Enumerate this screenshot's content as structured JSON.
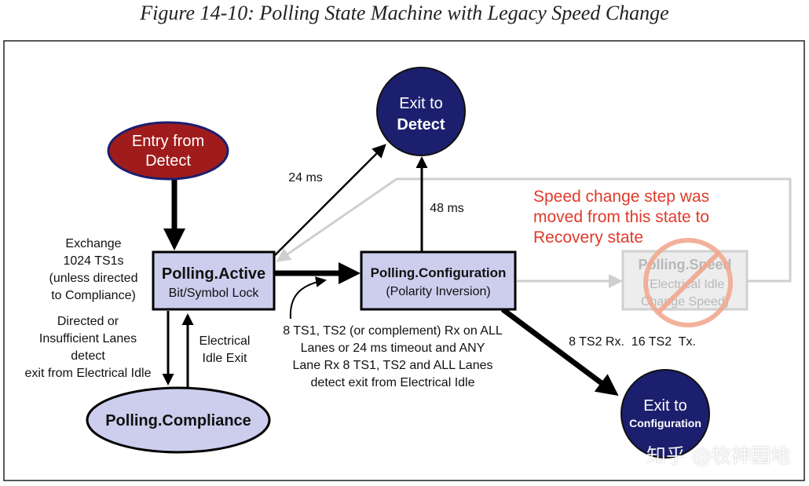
{
  "figure": {
    "caption": "Figure 14-10: Polling State Machine with Legacy Speed Change"
  },
  "colors": {
    "navy": "#1c1f6e",
    "dark_red": "#a01c1c",
    "lavender": "#cdcdee",
    "note_red": "#e03a2a"
  },
  "states": {
    "entry": {
      "line1": "Entry from",
      "line2": "Detect"
    },
    "exit_detect": {
      "line1": "Exit to",
      "line2": "Detect"
    },
    "exit_config": {
      "line1": "Exit to",
      "line2": "Configuration"
    },
    "active": {
      "title": "Polling.Active",
      "sub": "Bit/Symbol Lock"
    },
    "configuration": {
      "title": "Polling.Configuration",
      "sub": "(Polarity Inversion)"
    },
    "compliance": {
      "title": "Polling.Compliance"
    },
    "speed": {
      "title": "Polling.Speed",
      "sub1": "(Electrical Idle",
      "sub2": "Change Speed)"
    }
  },
  "labels": {
    "exchange": [
      "Exchange",
      "1024 TS1s",
      "(unless directed",
      "to Compliance)"
    ],
    "directed": [
      "Directed or",
      "Insufficient Lanes",
      "detect",
      "exit from Electrical Idle"
    ],
    "idle_exit": [
      "Electrical",
      "Idle Exit"
    ],
    "t24": "24 ms",
    "t48": "48 ms",
    "ts_condition": [
      "8 TS1, TS2 (or complement) Rx on ALL",
      "Lanes or 24 ms timeout and ANY",
      "Lane Rx 8 TS1, TS2 and ALL Lanes",
      "detect exit from Electrical Idle"
    ],
    "ts2": "8 TS2 Rx.  16 TS2  Tx."
  },
  "note": [
    "Speed change step was",
    "moved from this state to",
    "Recovery state"
  ],
  "watermark": "知乎 @牧神园地"
}
